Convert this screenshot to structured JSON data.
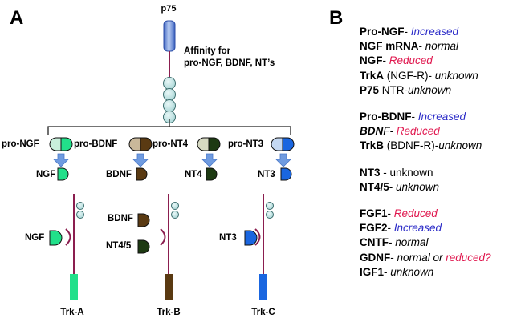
{
  "panel_a": {
    "letter": "A",
    "receptor_top_label": "p75",
    "affinity_text_line1": "Affinity for",
    "affinity_text_line2": "pro-NGF, BDNF, NT’s",
    "pro_labels": [
      "pro-NGF",
      "pro-BDNF",
      "pro-NT4",
      "pro-NT3"
    ],
    "mature_labels": [
      "NGF",
      "BDNF",
      "NT4",
      "NT3"
    ],
    "trk_labels": [
      "Trk-A",
      "Trk-B",
      "Trk-C"
    ],
    "ligand_labels": {
      "ngf": "NGF",
      "bdnf": "BDNF",
      "nt45": "NT4/5",
      "nt3": "NT3"
    },
    "colors": {
      "ngf": "#22e08a",
      "bdnf": "#5a3a12",
      "nt4": "#1d3a12",
      "nt3": "#1a66e0",
      "pro_ngf_light": "#c8f0dc",
      "pro_bdnf_light": "#c9b89a",
      "pro_nt4_light": "#d6d9c2",
      "pro_nt3_light": "#c4d8f2",
      "p75": "#6d8fd8",
      "membrane_line": "#8b1e4f",
      "bead": "#bfe3e3",
      "arrow": "#6f9be0"
    }
  },
  "panel_b": {
    "letter": "B",
    "groups": [
      [
        [
          {
            "t": "Pro-NGF",
            "s": "b"
          },
          {
            "t": "- ",
            "s": ""
          },
          {
            "t": "Increased",
            "s": "blue"
          }
        ],
        [
          {
            "t": "NGF mRNA",
            "s": "b"
          },
          {
            "t": "- ",
            "s": ""
          },
          {
            "t": "normal",
            "s": "i"
          }
        ],
        [
          {
            "t": "NGF",
            "s": "b"
          },
          {
            "t": "- ",
            "s": ""
          },
          {
            "t": "Reduced",
            "s": "red"
          }
        ],
        [
          {
            "t": "TrkA",
            "s": "b"
          },
          {
            "t": " (NGF-R)- ",
            "s": ""
          },
          {
            "t": "unknown",
            "s": "i"
          }
        ],
        [
          {
            "t": "P75",
            "s": "b"
          },
          {
            "t": " NTR-",
            "s": ""
          },
          {
            "t": "unknown",
            "s": "i"
          }
        ]
      ],
      [
        [
          {
            "t": "Pro-BDNF",
            "s": "b"
          },
          {
            "t": "- ",
            "s": ""
          },
          {
            "t": "Increased",
            "s": "blue"
          }
        ],
        [
          {
            "t": "BDN",
            "s": "bi"
          },
          {
            "t": "F- ",
            "s": "i"
          },
          {
            "t": "Reduced",
            "s": "red"
          }
        ],
        [
          {
            "t": "TrkB",
            "s": "b"
          },
          {
            "t": " (BDNF-R)-",
            "s": ""
          },
          {
            "t": "unknown",
            "s": "i"
          }
        ]
      ],
      [
        [
          {
            "t": "NT3",
            "s": "b"
          },
          {
            "t": "    - unknown",
            "s": ""
          }
        ],
        [
          {
            "t": "NT4/5",
            "s": "b"
          },
          {
            "t": "- ",
            "s": ""
          },
          {
            "t": "unknown",
            "s": "i"
          }
        ]
      ],
      [
        [
          {
            "t": "FGF1",
            "s": "b"
          },
          {
            "t": "-  ",
            "s": ""
          },
          {
            "t": "Reduced",
            "s": "red"
          }
        ],
        [
          {
            "t": "FGF2",
            "s": "b"
          },
          {
            "t": "-  ",
            "s": ""
          },
          {
            "t": "Increased",
            "s": "blue"
          }
        ],
        [
          {
            "t": "CNTF",
            "s": "b"
          },
          {
            "t": "- ",
            "s": ""
          },
          {
            "t": "normal",
            "s": "i"
          }
        ],
        [
          {
            "t": "GDNF",
            "s": "b"
          },
          {
            "t": "- ",
            "s": ""
          },
          {
            "t": "normal or ",
            "s": "i"
          },
          {
            "t": "reduced?",
            "s": "red"
          }
        ],
        [
          {
            "t": "IGF1",
            "s": "b"
          },
          {
            "t": "- ",
            "s": ""
          },
          {
            "t": "unknown",
            "s": "i"
          }
        ]
      ]
    ]
  }
}
